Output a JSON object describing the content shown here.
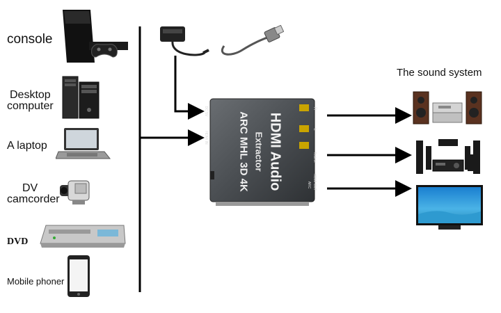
{
  "sources": {
    "console": "console",
    "desktop_line1": "Desktop",
    "desktop_line2": "computer",
    "laptop": "A laptop",
    "dv_line1": "DV",
    "dv_line2": "camcorder",
    "dvd": "DVD",
    "mobile": "Mobile phoner"
  },
  "sound_system_title": "The sound system",
  "extractor": {
    "line1": "HDMI Audio",
    "line2": "Extractor",
    "line3": "ARC MHL 3D 4K",
    "port_dc": "DC 5V",
    "port_hdmi_in": "HDMI IN",
    "port_r": "R",
    "port_l": "L",
    "port_toslink": "Toslink",
    "port_hdmi_out": "HDMI OUT",
    "port_arc": "ARC"
  },
  "icons": [
    "game-console-icon",
    "desktop-computer-icon",
    "laptop-icon",
    "camcorder-icon",
    "dvd-player-icon",
    "mobile-phone-icon",
    "power-adapter-icon",
    "usb-cable-icon",
    "stereo-speakers-icon",
    "home-theater-icon",
    "tv-icon"
  ]
}
